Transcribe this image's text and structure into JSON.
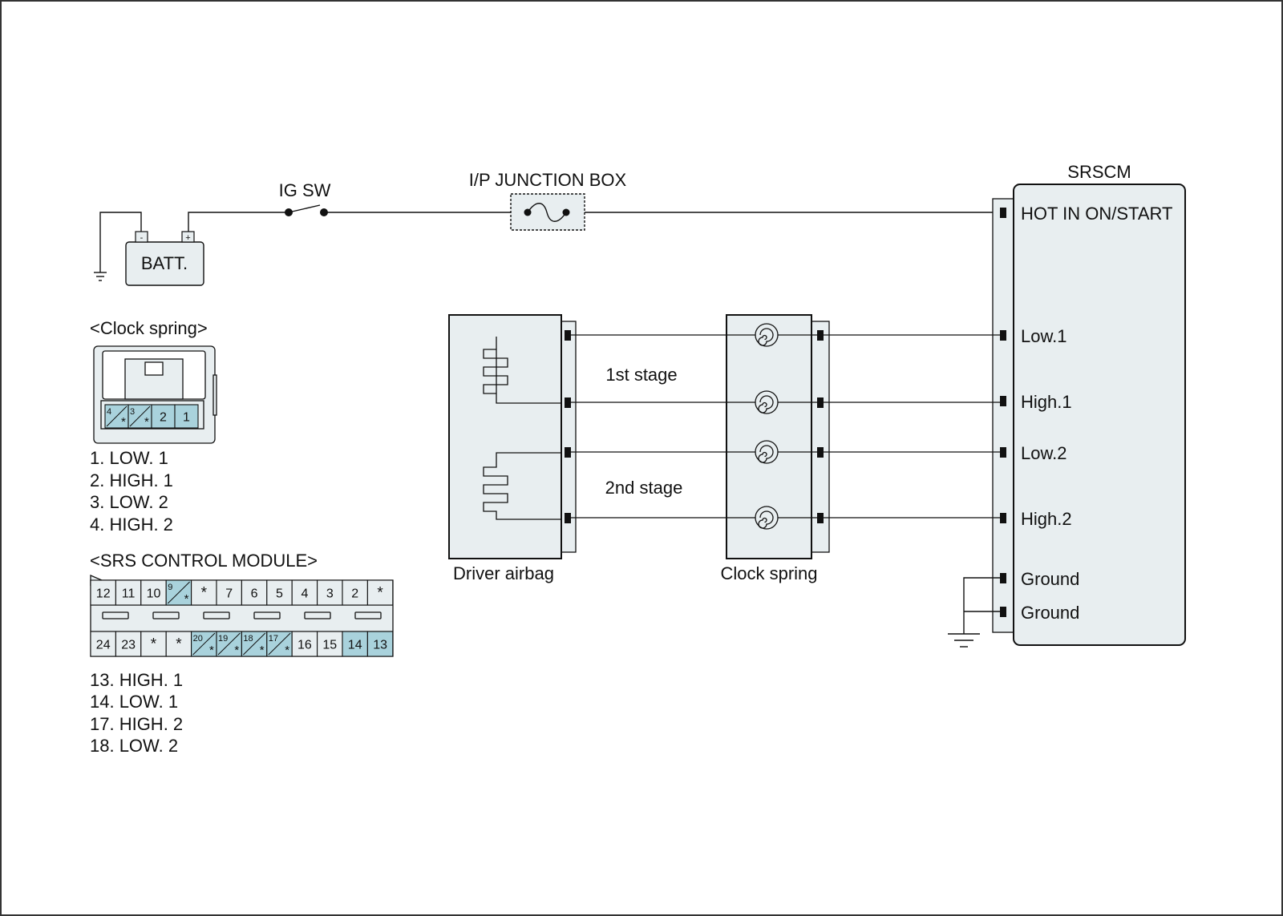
{
  "colors": {
    "component_fill": "#e8eef0",
    "highlight_fill": "#a9d2dc",
    "line": "#111111",
    "frame": "#333333"
  },
  "power": {
    "batt_label": "BATT.",
    "batt_minus": "-",
    "batt_plus": "+",
    "ig_sw_label": "IG SW",
    "junction_box_label": "I/P JUNCTION BOX"
  },
  "srscm": {
    "title": "SRSCM",
    "pins": [
      "HOT IN ON/START",
      "Low.1",
      "High.1",
      "Low.2",
      "High.2",
      "Ground",
      "Ground"
    ]
  },
  "components": {
    "driver_airbag": "Driver airbag",
    "clock_spring": "Clock spring",
    "stage1": "1st stage",
    "stage2": "2nd stage"
  },
  "clock_spring_connector": {
    "title": "<Clock spring>",
    "cells": [
      {
        "num": "4",
        "star": "*",
        "hatched": true
      },
      {
        "num": "3",
        "star": "*",
        "hatched": true
      },
      {
        "num": "2",
        "star": "",
        "hatched": false
      },
      {
        "num": "1",
        "star": "",
        "hatched": false
      }
    ],
    "legend": [
      "1. LOW. 1",
      "2. HIGH. 1",
      "3. LOW. 2",
      "4. HIGH. 2"
    ]
  },
  "srs_module_connector": {
    "title": "<SRS CONTROL MODULE>",
    "top_row": [
      {
        "num": "12",
        "star": "",
        "hatched": false
      },
      {
        "num": "11",
        "star": "",
        "hatched": false
      },
      {
        "num": "10",
        "star": "",
        "hatched": false
      },
      {
        "num": "9",
        "star": "*",
        "hatched": true
      },
      {
        "num": "",
        "star": "*",
        "hatched": false
      },
      {
        "num": "7",
        "star": "",
        "hatched": false
      },
      {
        "num": "6",
        "star": "",
        "hatched": false
      },
      {
        "num": "5",
        "star": "",
        "hatched": false
      },
      {
        "num": "4",
        "star": "",
        "hatched": false
      },
      {
        "num": "3",
        "star": "",
        "hatched": false
      },
      {
        "num": "2",
        "star": "",
        "hatched": false
      },
      {
        "num": "",
        "star": "*",
        "hatched": false
      }
    ],
    "bottom_row": [
      {
        "num": "24",
        "star": "",
        "hatched": false
      },
      {
        "num": "23",
        "star": "",
        "hatched": false
      },
      {
        "num": "",
        "star": "*",
        "hatched": false
      },
      {
        "num": "",
        "star": "*",
        "hatched": false
      },
      {
        "num": "20",
        "star": "*",
        "hatched": true
      },
      {
        "num": "19",
        "star": "*",
        "hatched": true
      },
      {
        "num": "18",
        "star": "*",
        "hatched": true
      },
      {
        "num": "17",
        "star": "*",
        "hatched": true
      },
      {
        "num": "16",
        "star": "",
        "hatched": false
      },
      {
        "num": "15",
        "star": "",
        "hatched": false
      },
      {
        "num": "14",
        "star": "",
        "hatched": false
      },
      {
        "num": "13",
        "star": "",
        "hatched": false
      }
    ],
    "legend": [
      "13. HIGH. 1",
      "14. LOW. 1",
      "17. HIGH. 2",
      "18. LOW. 2"
    ]
  }
}
